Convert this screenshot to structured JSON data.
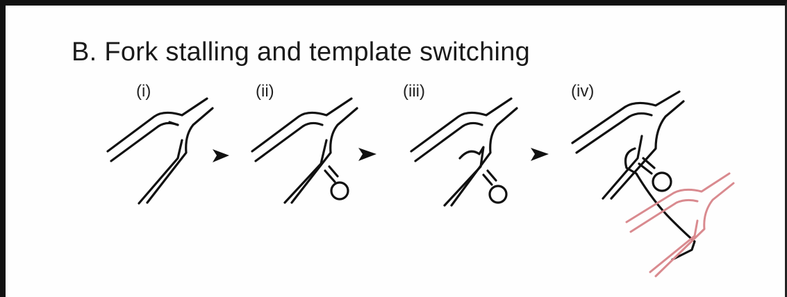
{
  "figure": {
    "title": "B.  Fork stalling and template switching",
    "panels": [
      {
        "label": "(i)"
      },
      {
        "label": "(ii)"
      },
      {
        "label": "(iii)"
      },
      {
        "label": "(iv)"
      }
    ]
  },
  "colors": {
    "strand": "#111111",
    "second_fork": "#d98a8f",
    "background": "#fefefe"
  }
}
